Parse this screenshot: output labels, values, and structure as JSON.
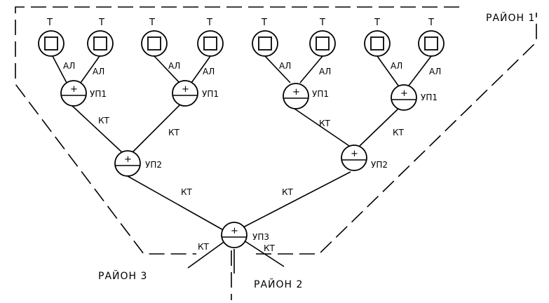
{
  "regions": {
    "region1": "РАЙОН 1",
    "region2": "РАЙОН 2",
    "region3": "РАЙОН 3"
  },
  "labels": {
    "terminal": "Т",
    "subscriber_line": "АЛ",
    "trunk": "КТ",
    "node1": "УП1",
    "node2": "УП2",
    "node3": "УП3",
    "plus": "+"
  }
}
